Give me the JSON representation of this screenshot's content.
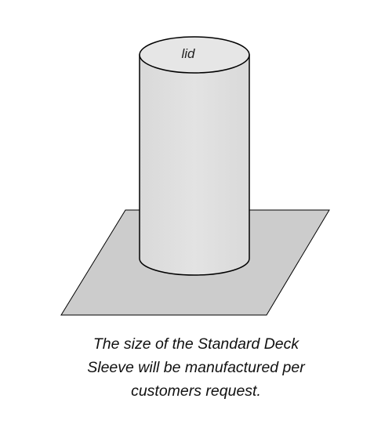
{
  "diagram": {
    "lid_label": "lid",
    "caption_lines": [
      "The size of the Standard Deck",
      "Sleeve will be manufactured per",
      "customers request."
    ]
  },
  "colors": {
    "plate_fill": "#cccccc",
    "cylinder_body": "#dedede",
    "cylinder_top": "#e6e6e6",
    "outline": "#000000"
  }
}
